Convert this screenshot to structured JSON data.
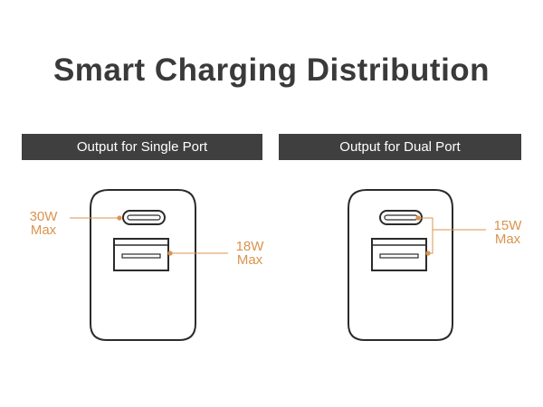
{
  "title": "Smart Charging Distribution",
  "panels": {
    "single": {
      "header": "Output for Single Port",
      "usb_c": {
        "power": "30W",
        "unit": "Max"
      },
      "usb_a": {
        "power": "18W",
        "unit": "Max"
      }
    },
    "dual": {
      "header": "Output for Dual Port",
      "combined": {
        "power": "15W",
        "unit": "Max"
      }
    }
  },
  "colors": {
    "accent": "#d9944f",
    "header_bg": "#3f3f3f",
    "title": "#3a3a3a",
    "outline": "#2b2b2b"
  }
}
